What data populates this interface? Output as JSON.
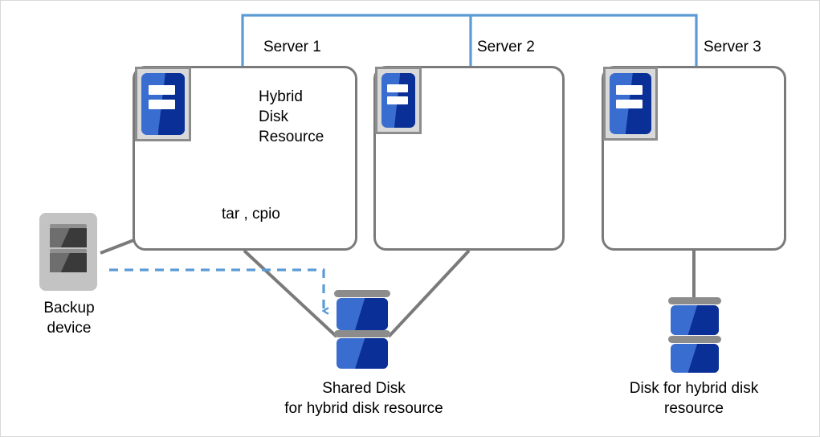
{
  "diagram": {
    "title": "Hybrid disk resource backup configuration",
    "colors": {
      "network_line": "#5b9bd5",
      "box_border": "#7a7a7a",
      "connector": "#7a7a7a",
      "dashed_flow": "#5b9bd5",
      "disk_blue_light": "#3a6dd0",
      "disk_blue_dark": "#0a2f96",
      "icon_gray": "#c3c3c3",
      "text": "#000000"
    }
  },
  "network": {
    "label": "cluster-network-bus"
  },
  "servers": [
    {
      "id": "server-1",
      "label": "Server 1"
    },
    {
      "id": "server-2",
      "label": "Server 2"
    },
    {
      "id": "server-3",
      "label": "Server 3"
    }
  ],
  "server1_contents": {
    "resource_label": "Hybrid\nDisk\nResource",
    "resource_icon": "globe-icon",
    "server_icon": "server-icon",
    "script_label": "tar , cpio",
    "script_icon": "script-file-icon"
  },
  "backup_device": {
    "label": "Backup\ndevice",
    "icon": "backup-device-icon"
  },
  "shared_disk": {
    "label": "Shared Disk\nfor hybrid disk resource",
    "icon": "disk-stack-icon"
  },
  "server3_disk": {
    "label": "Disk for hybrid disk\nresource",
    "icon": "disk-stack-icon"
  },
  "connectors": {
    "backup_to_server1": "solid-gray-line",
    "server1_to_shared_disk": "solid-gray-line",
    "server2_to_shared_disk": "solid-gray-line",
    "server3_to_disk": "solid-gray-line",
    "backup_flow_to_shared_disk": "dashed-blue-arrow"
  }
}
